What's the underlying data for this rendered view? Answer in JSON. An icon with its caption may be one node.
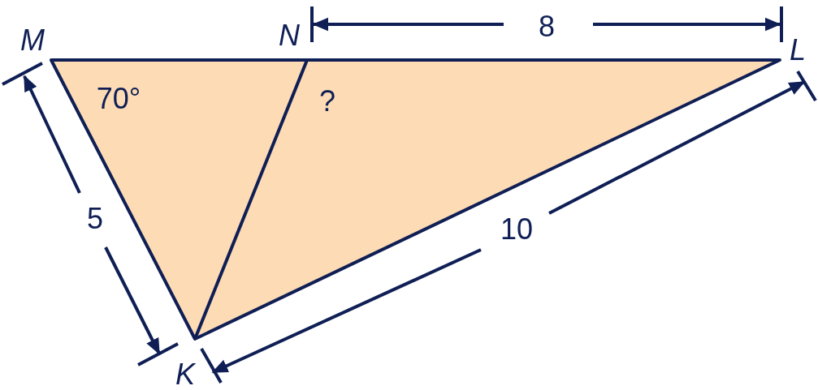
{
  "diagram": {
    "labels": [
      "M",
      "N",
      "8",
      "L",
      "70°",
      "?",
      "5",
      "10",
      "K"
    ]
  }
}
